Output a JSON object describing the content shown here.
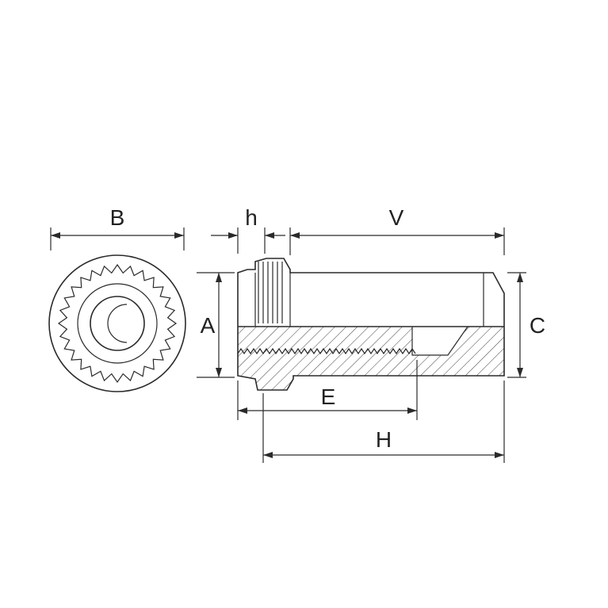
{
  "dimensions": {
    "B": "B",
    "h": "h",
    "V": "V",
    "A": "A",
    "C": "C",
    "E": "E",
    "H": "H"
  }
}
